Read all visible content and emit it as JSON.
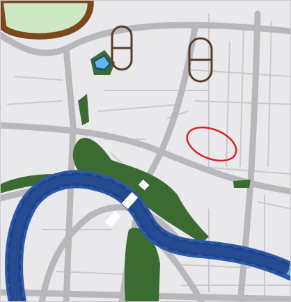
{
  "map": {
    "kind": "city street map tile",
    "labels_visible": false,
    "colors": {
      "land": "#e9e9ec",
      "block": "#eeeef0",
      "major_road": "#b9b9bc",
      "minor_road": "#c4c4c8",
      "park": "#3c6b32",
      "park_light": "#cfe8c4",
      "park_outline": "#7a4a1e",
      "river_dark": "#2b5aa8",
      "river_light": "#5fb8e8",
      "river_outline": "#1f3f86",
      "stadium_outline": "#5a3d24",
      "highlight_ellipse": "#e02020",
      "white_bar": "#ffffff"
    },
    "features": {
      "highlight_ellipse": {
        "shape": "ellipse",
        "stroke_color": "#e02020"
      },
      "stadium_markers": {
        "count": 2,
        "shape": "rounded capsule",
        "color": "#5a3d24"
      },
      "river": {
        "style": "dotted dark-blue outline with light-blue fill"
      },
      "park_top_left": {
        "fill": "#cfe8c4",
        "outline": "#7a4a1e"
      }
    }
  }
}
